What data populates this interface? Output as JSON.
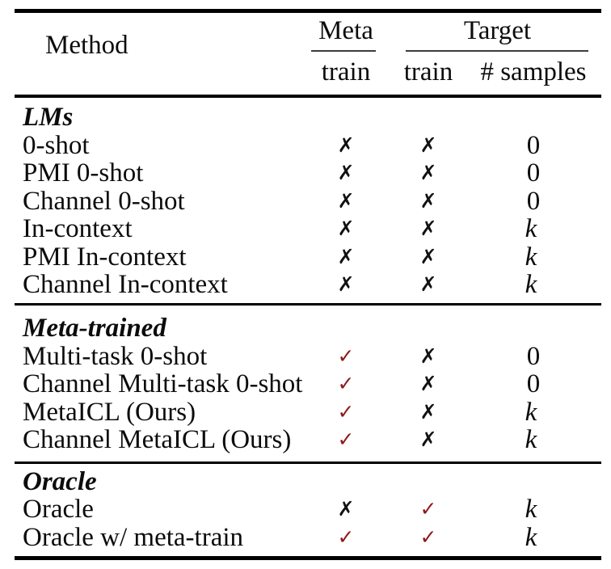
{
  "table": {
    "columns": {
      "method": "Method",
      "meta_group": "Meta",
      "target_group": "Target",
      "meta_train": "train",
      "target_train": "train",
      "target_samples": "# samples"
    },
    "colors": {
      "check": "#8e1b1b",
      "cross": "#111111"
    },
    "marks": {
      "check_icon": "✓",
      "cross_icon": "✗"
    },
    "sections": [
      {
        "header": "LMs",
        "rows": [
          {
            "method": "0-shot",
            "meta_train": "✗",
            "target_train": "✗",
            "samples": "0"
          },
          {
            "method": "PMI 0-shot",
            "meta_train": "✗",
            "target_train": "✗",
            "samples": "0"
          },
          {
            "method": "Channel 0-shot",
            "meta_train": "✗",
            "target_train": "✗",
            "samples": "0"
          },
          {
            "method": "In-context",
            "meta_train": "✗",
            "target_train": "✗",
            "samples": "k"
          },
          {
            "method": "PMI In-context",
            "meta_train": "✗",
            "target_train": "✗",
            "samples": "k"
          },
          {
            "method": "Channel In-context",
            "meta_train": "✗",
            "target_train": "✗",
            "samples": "k"
          }
        ]
      },
      {
        "header": "Meta-trained",
        "rows": [
          {
            "method": "Multi-task 0-shot",
            "meta_train": "✓",
            "target_train": "✗",
            "samples": "0"
          },
          {
            "method": "Channel Multi-task 0-shot",
            "meta_train": "✓",
            "target_train": "✗",
            "samples": "0"
          },
          {
            "method": "MetaICL (Ours)",
            "meta_train": "✓",
            "target_train": "✗",
            "samples": "k"
          },
          {
            "method": "Channel MetaICL (Ours)",
            "meta_train": "✓",
            "target_train": "✗",
            "samples": "k"
          }
        ]
      },
      {
        "header": "Oracle",
        "rows": [
          {
            "method": "Oracle",
            "meta_train": "✗",
            "target_train": "✓",
            "samples": "k"
          },
          {
            "method": "Oracle w/ meta-train",
            "meta_train": "✓",
            "target_train": "✓",
            "samples": "k"
          }
        ]
      }
    ]
  }
}
